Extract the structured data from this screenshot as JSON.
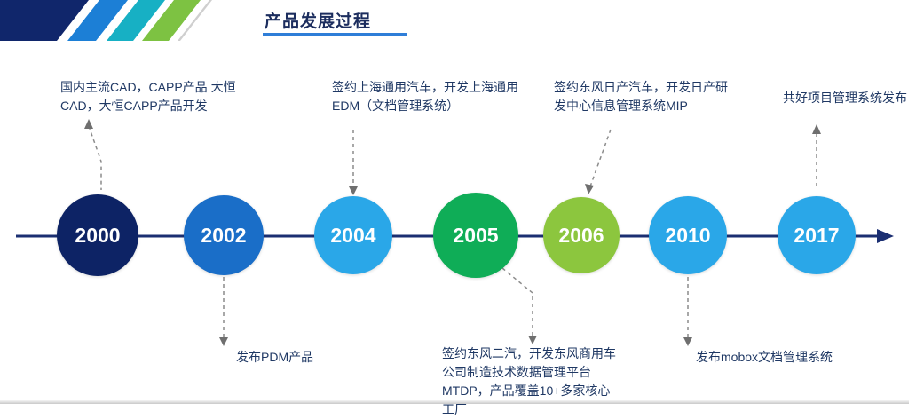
{
  "header": {
    "title": "产品发展过程"
  },
  "palette": {
    "axis": "#1b2f72",
    "title_underline": "#2f7ed8",
    "stripe_navy": "#10266b",
    "stripe_blue": "#1c7fd6",
    "stripe_teal": "#17b0c4",
    "stripe_green": "#7dc242",
    "stripe_gray": "#cfcfcf"
  },
  "milestones": [
    {
      "year": "2000",
      "color": "#0d2365",
      "side": "above",
      "note": "国内主流CAD，CAPP产品 大恒CAD，大恒CAPP产品开发"
    },
    {
      "year": "2002",
      "color": "#1a6ec8",
      "side": "below",
      "note": "发布PDM产品"
    },
    {
      "year": "2004",
      "color": "#2aa7e8",
      "side": "above",
      "note": "签约上海通用汽车，开发上海通用EDM（文档管理系统）"
    },
    {
      "year": "2005",
      "color": "#0fad57",
      "side": "below",
      "note": "签约东风二汽，开发东风商用车公司制造技术数据管理平台MTDP，产品覆盖10+多家核心工厂"
    },
    {
      "year": "2006",
      "color": "#8cc63e",
      "side": "above",
      "note": "签约东风日产汽车，开发日产研发中心信息管理系统MIP"
    },
    {
      "year": "2010",
      "color": "#2aa7e8",
      "side": "below",
      "note": "发布mobox文档管理系统"
    },
    {
      "year": "2017",
      "color": "#2aa7e8",
      "side": "above",
      "note": "共好项目管理系统发布"
    }
  ]
}
